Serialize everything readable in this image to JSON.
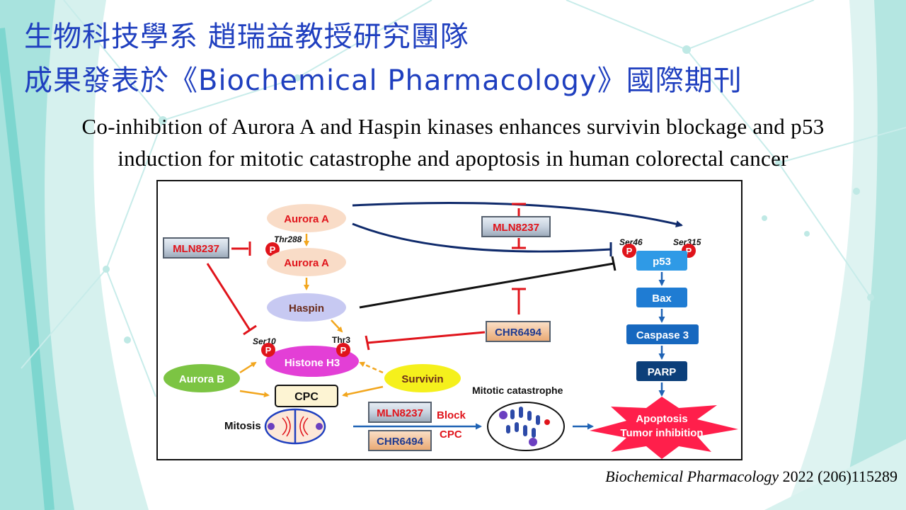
{
  "header": {
    "line1": "生物科技學系 趙瑞益教授研究團隊",
    "line2": "成果發表於《Biochemical Pharmacology》國際期刊"
  },
  "paper_title": {
    "line1": "Co-inhibition of Aurora A and Haspin kinases enhances survivin blockage and p53",
    "line2": "induction for mitotic catastrophe and apoptosis in human colorectal cancer"
  },
  "diagram": {
    "aurora_a_top": "Aurora A",
    "aurora_a_mid": "Aurora A",
    "haspin": "Haspin",
    "histone": "Histone H3",
    "aurora_b": "Aurora B",
    "survivin": "Survivin",
    "cpc": "CPC",
    "mitosis": "Mitosis",
    "mitotic_catastrophe": "Mitotic catastrophe",
    "mln_left": "MLN8237",
    "mln_top": "MLN8237",
    "mln_bottom": "MLN8237",
    "chr_mid": "CHR6494",
    "chr_bottom": "CHR6494",
    "block": "Block",
    "cpc_red": "CPC",
    "thr288": "Thr288",
    "ser10": "Ser10",
    "thr3": "Thr3",
    "ser46": "Ser46",
    "ser315": "Ser315",
    "p": "P",
    "p53": "p53",
    "bax": "Bax",
    "caspase3": "Caspase 3",
    "parp": "PARP",
    "apoptosis_line1": "Apoptosis",
    "apoptosis_line2": "Tumor inhibition"
  },
  "citation": {
    "journal": "Biochemical Pharmacology",
    "details": " 2022 (206)115289"
  },
  "colors": {
    "heading_blue": "#1f3fbf",
    "teal_background": "#7dd6cf",
    "aurora_fill": "#f9dcc7",
    "haspin_fill": "#c7c9f2",
    "histone_fill": "#e33fd6",
    "aurora_b_fill": "#7cc443",
    "survivin_fill": "#f5f01c",
    "inhibit_red": "#e0141b",
    "activate_orange": "#f2a61e",
    "p53_blue": "#2f9ae6",
    "bax_blue": "#1f7cd3",
    "caspase_blue": "#1768bf",
    "parp_navy": "#0c3f7a",
    "apoptosis_red": "#ff1f4b"
  }
}
